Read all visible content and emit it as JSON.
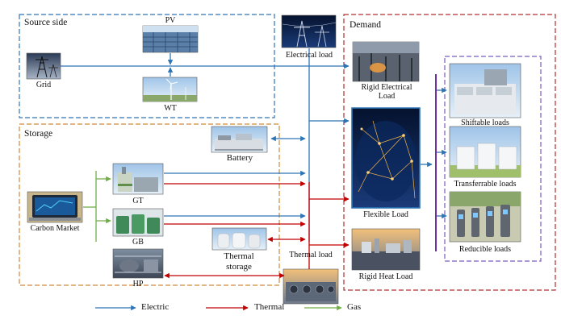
{
  "groups": {
    "source": "Source side",
    "storage": "Storage",
    "demand": "Demand"
  },
  "nodes": {
    "grid": "Grid",
    "pv": "PV",
    "wt": "WT",
    "electrical_load": "Electrical load",
    "battery": "Battery",
    "gt": "GT",
    "gb": "GB",
    "hp": "HP",
    "carbon_market": "Carbon Market",
    "thermal_storage": "Thermal storage",
    "thermal_load": "Thermal load",
    "rigid_electrical_load": "Rigid Electrical Load",
    "flexible_load": "Flexible Load",
    "rigid_heat_load": "Rigid Heat Load",
    "shiftable_loads": "Shiftable loads",
    "transferrable_loads": "Transferrable loads",
    "reducible_loads": "Reducible loads"
  },
  "legend": {
    "electric": "Electric",
    "thermal": "Thermal",
    "gas": "Gas"
  },
  "colors": {
    "electric": "#2e75b6",
    "thermal": "#c00000",
    "gas": "#70ad47",
    "demand_frame": "#b03030",
    "source_frame": "#2e75b6",
    "storage_frame": "#d08a3a",
    "subload_frame": "#7a5cc0",
    "bus_purple": "#7030a0"
  }
}
